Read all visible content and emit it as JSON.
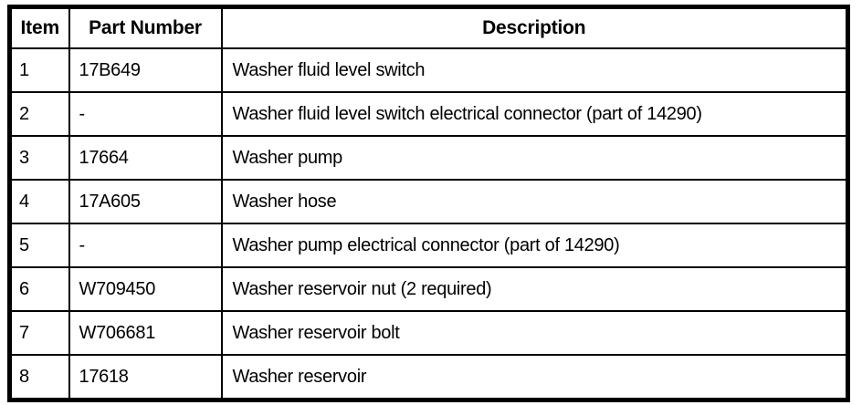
{
  "table": {
    "caption": "",
    "columns": [
      {
        "key": "item",
        "label": "Item",
        "align": "center"
      },
      {
        "key": "part_number",
        "label": "Part Number",
        "align": "center"
      },
      {
        "key": "description",
        "label": "Description",
        "align": "center"
      }
    ],
    "rows": [
      {
        "item": "1",
        "part_number": "17B649",
        "description": "Washer fluid level switch"
      },
      {
        "item": "2",
        "part_number": "-",
        "description": "Washer fluid level switch electrical connector (part of 14290)"
      },
      {
        "item": "3",
        "part_number": "17664",
        "description": "Washer pump"
      },
      {
        "item": "4",
        "part_number": "17A605",
        "description": "Washer hose"
      },
      {
        "item": "5",
        "part_number": "-",
        "description": "Washer pump electrical connector (part of 14290)"
      },
      {
        "item": "6",
        "part_number": "W709450",
        "description": "Washer reservoir nut (2 required)"
      },
      {
        "item": "7",
        "part_number": "W706681",
        "description": "Washer reservoir bolt"
      },
      {
        "item": "8",
        "part_number": "17618",
        "description": "Washer reservoir"
      }
    ]
  },
  "colors": {
    "page_background": "#ffffff",
    "cell_background": "#ffffff",
    "text": "#000000",
    "border": "#000000"
  }
}
